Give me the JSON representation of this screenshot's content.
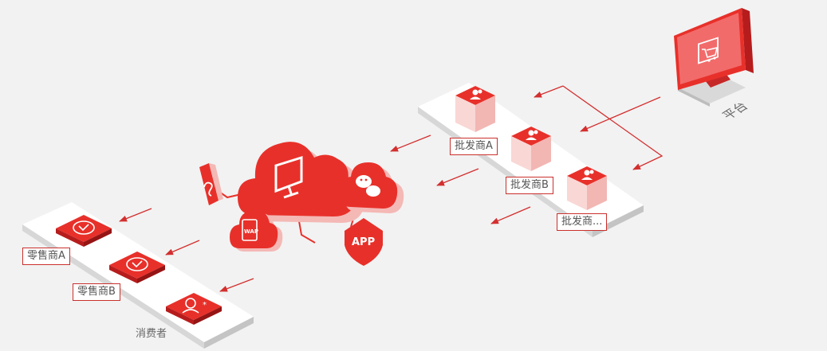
{
  "colors": {
    "background": "#f2f2f2",
    "red": "#e8302a",
    "dark_red": "#b71c1c",
    "pink": "#f4b8b5",
    "platform_screen": "#f26b6b",
    "arrow": "#d32f2f",
    "label_border": "#c9302c"
  },
  "platform": {
    "label": "平台",
    "icon": "shopping-cart-icon"
  },
  "wholesalers": [
    {
      "label": "批发商A",
      "icon": "users-icon"
    },
    {
      "label": "批发商B",
      "icon": "users-icon"
    },
    {
      "label": "批发商...",
      "icon": "users-icon"
    }
  ],
  "channels": [
    {
      "label": "APP",
      "icon": "app-shield-icon"
    },
    {
      "label": "",
      "icon": "mini-program-icon"
    },
    {
      "label": "WAP",
      "icon": "wap-icon"
    },
    {
      "label": "",
      "icon": "wechat-icon"
    },
    {
      "label": "",
      "icon": "pc-monitor-icon"
    }
  ],
  "retailers": [
    {
      "label": "零售商A",
      "icon": "check-badge-icon"
    },
    {
      "label": "零售商B",
      "icon": "check-badge-icon"
    }
  ],
  "consumer": {
    "label": "消费者",
    "icon": "user-search-icon"
  }
}
